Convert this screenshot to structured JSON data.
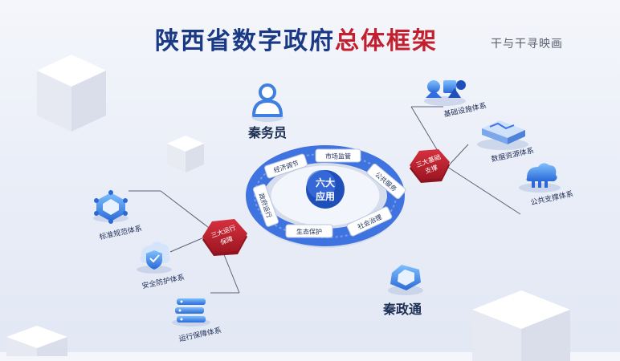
{
  "title": {
    "part1": "陕西省数字政府",
    "part2": "总体框架"
  },
  "watermark": "干与干寻映画",
  "center": {
    "line1": "六大",
    "line2": "应用"
  },
  "ring_items": [
    {
      "id": "market",
      "label": "市场监管"
    },
    {
      "id": "public",
      "label": "公共服务"
    },
    {
      "id": "social",
      "label": "社会治理"
    },
    {
      "id": "eco",
      "label": "生态保护"
    },
    {
      "id": "gov",
      "label": "政府运行"
    },
    {
      "id": "econ",
      "label": "经济调节"
    }
  ],
  "foundation_badge": {
    "line1": "三大基础",
    "line2": "支撑"
  },
  "operation_badge": {
    "line1": "三大运行",
    "line2": "保障"
  },
  "right_systems": [
    {
      "label": "基础设施体系",
      "icon": "infrastructure-icon"
    },
    {
      "label": "数据资源体系",
      "icon": "data-resource-icon"
    },
    {
      "label": "公共支撑体系",
      "icon": "public-support-icon"
    }
  ],
  "left_systems": [
    {
      "label": "标准规范体系",
      "icon": "standards-icon"
    },
    {
      "label": "安全防护体系",
      "icon": "security-shield-icon"
    },
    {
      "label": "运行保障体系",
      "icon": "operation-support-icon"
    }
  ],
  "qinwuyuan": {
    "label": "秦务员",
    "icon": "person-icon"
  },
  "qinzhengtong": {
    "label": "秦政通",
    "icon": "app-logo-icon"
  },
  "colors": {
    "navy": "#1b3a86",
    "red": "#c2202f",
    "blue": "#2f7fe0",
    "ring_blue": "#3f73e0"
  }
}
